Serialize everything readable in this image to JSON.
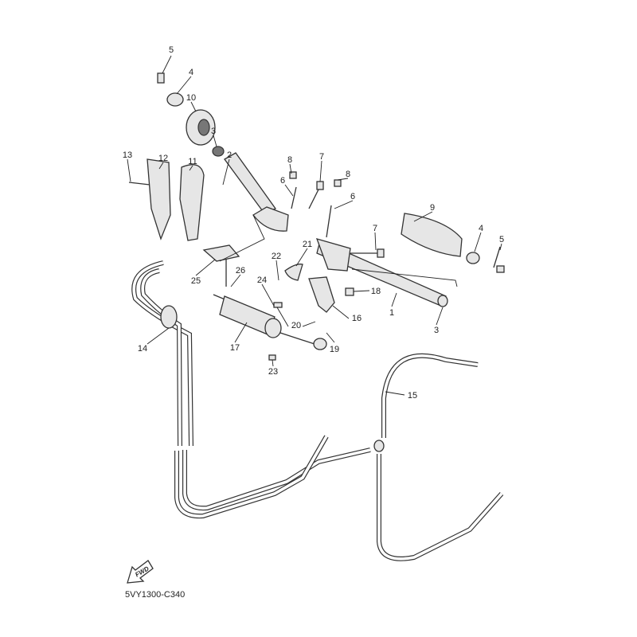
{
  "diagram": {
    "diagram_code": "5VY1300-C340",
    "direction_label": "FWD",
    "callouts": [
      "5",
      "4",
      "10",
      "3",
      "2",
      "8",
      "7",
      "6",
      "8",
      "6",
      "13",
      "12",
      "11",
      "9",
      "4",
      "5",
      "7",
      "21",
      "22",
      "25",
      "26",
      "24",
      "18",
      "1",
      "17",
      "14",
      "20",
      "16",
      "19",
      "3",
      "23",
      "15"
    ]
  }
}
